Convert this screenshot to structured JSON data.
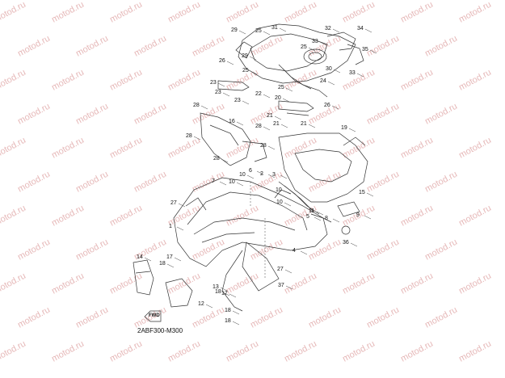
{
  "watermark": "motod.ru",
  "diagram_code": "2ABF300-M300",
  "fwd_label": "FWD",
  "callouts": [
    {
      "id": "c29",
      "text": "29"
    },
    {
      "id": "c25a",
      "text": "25"
    },
    {
      "id": "c31",
      "text": "31"
    },
    {
      "id": "c32",
      "text": "32"
    },
    {
      "id": "c33a",
      "text": "33"
    },
    {
      "id": "c34",
      "text": "34"
    },
    {
      "id": "c25b",
      "text": "25"
    },
    {
      "id": "c30",
      "text": "30"
    },
    {
      "id": "c35",
      "text": "35"
    },
    {
      "id": "c29b",
      "text": "29"
    },
    {
      "id": "c26a",
      "text": "26"
    },
    {
      "id": "c33b",
      "text": "33"
    },
    {
      "id": "c25c",
      "text": "25"
    },
    {
      "id": "c23a",
      "text": "23"
    },
    {
      "id": "c23b",
      "text": "23"
    },
    {
      "id": "c22",
      "text": "22"
    },
    {
      "id": "c23c",
      "text": "23"
    },
    {
      "id": "c24",
      "text": "24"
    },
    {
      "id": "c25d",
      "text": "25"
    },
    {
      "id": "c26b",
      "text": "26"
    },
    {
      "id": "c20",
      "text": "20"
    },
    {
      "id": "c28a",
      "text": "28"
    },
    {
      "id": "c21a",
      "text": "21"
    },
    {
      "id": "c21b",
      "text": "21"
    },
    {
      "id": "c21c",
      "text": "21"
    },
    {
      "id": "c16",
      "text": "16"
    },
    {
      "id": "c28b",
      "text": "28"
    },
    {
      "id": "c28c",
      "text": "28"
    },
    {
      "id": "c19",
      "text": "19"
    },
    {
      "id": "c28d",
      "text": "28"
    },
    {
      "id": "c28e",
      "text": "28"
    },
    {
      "id": "c7",
      "text": "7"
    },
    {
      "id": "c6",
      "text": "6"
    },
    {
      "id": "c10a",
      "text": "10"
    },
    {
      "id": "c10b",
      "text": "10"
    },
    {
      "id": "c2",
      "text": "2"
    },
    {
      "id": "c3",
      "text": "3"
    },
    {
      "id": "c10c",
      "text": "10"
    },
    {
      "id": "c15",
      "text": "15"
    },
    {
      "id": "c10d",
      "text": "10"
    },
    {
      "id": "c27a",
      "text": "27"
    },
    {
      "id": "c11",
      "text": "11"
    },
    {
      "id": "c9",
      "text": "9"
    },
    {
      "id": "c8",
      "text": "8"
    },
    {
      "id": "c5",
      "text": "5"
    },
    {
      "id": "c1",
      "text": "1"
    },
    {
      "id": "c36",
      "text": "36"
    },
    {
      "id": "c4",
      "text": "4"
    },
    {
      "id": "c14",
      "text": "14"
    },
    {
      "id": "c17a",
      "text": "17"
    },
    {
      "id": "c18a",
      "text": "18"
    },
    {
      "id": "c27b",
      "text": "27"
    },
    {
      "id": "c13",
      "text": "13"
    },
    {
      "id": "c37",
      "text": "37"
    },
    {
      "id": "c18b",
      "text": "18"
    },
    {
      "id": "c17b",
      "text": "17"
    },
    {
      "id": "c12",
      "text": "12"
    },
    {
      "id": "c18c",
      "text": "18"
    },
    {
      "id": "c18d",
      "text": "18"
    }
  ]
}
